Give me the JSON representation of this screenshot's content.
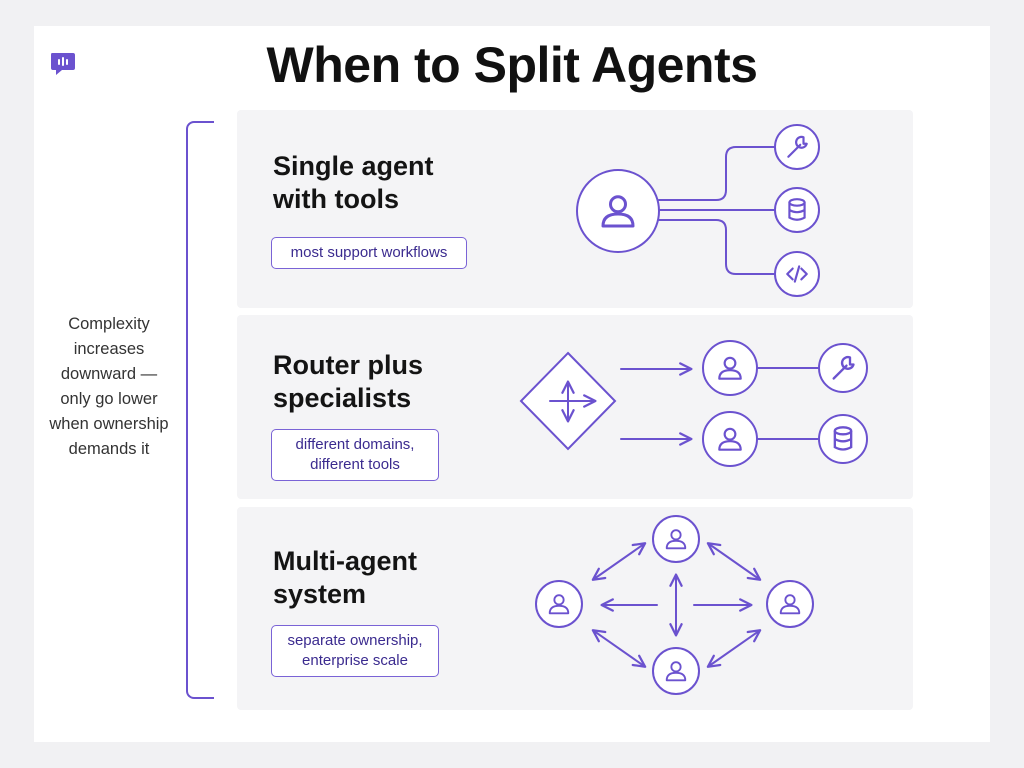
{
  "title": "When to Split Agents",
  "side_note": "Complexity increases downward — only go lower when ownership demands it",
  "colors": {
    "accent": "#6b52cf",
    "panel": "#f4f4f6",
    "tag_text": "#3b2b8f"
  },
  "tiers": [
    {
      "title": "Single agent with tools",
      "tag": "most support workflows"
    },
    {
      "title": "Router plus specialists",
      "tag": "different domains, different tools"
    },
    {
      "title": "Multi-agent system",
      "tag": "separate ownership, enterprise scale"
    }
  ],
  "icons": [
    "chat-logo-icon",
    "user-icon",
    "wrench-icon",
    "database-icon",
    "code-icon",
    "router-diamond-icon",
    "arrow-icon"
  ]
}
